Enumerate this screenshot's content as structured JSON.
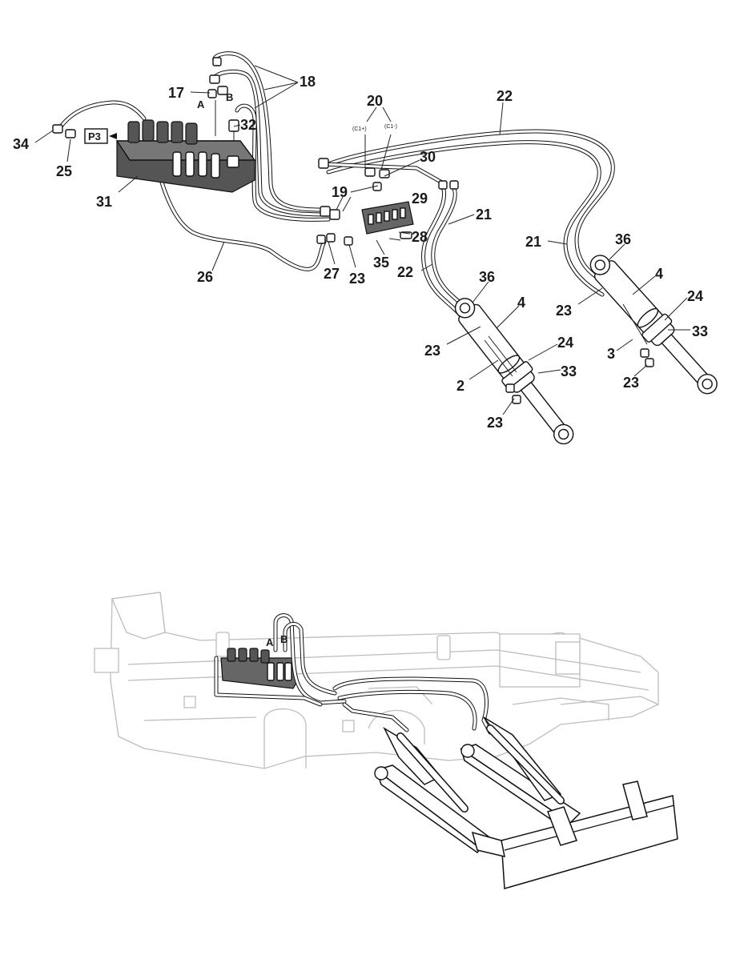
{
  "callouts": {
    "c17": "17",
    "c18": "18",
    "cA": "A",
    "cB": "B",
    "c32": "32",
    "c34": "34",
    "c25": "25",
    "cP3": "P3",
    "c31": "31",
    "c26": "26",
    "c20": "20",
    "cC1p": "(C1+)",
    "cC1m": "(C1-)",
    "c22top": "22",
    "c30": "30",
    "c19": "19",
    "c29": "29",
    "c21a": "21",
    "c28": "28",
    "c27": "27",
    "c23a": "23",
    "c35": "35",
    "c22b": "22",
    "c36a": "36",
    "c4a": "4",
    "c23b": "23",
    "c24a": "24",
    "c2": "2",
    "c33a": "33",
    "c23c": "23",
    "c21b": "21",
    "c36b": "36",
    "c4b": "4",
    "c24b": "24",
    "c23d": "23",
    "c33b": "33",
    "c3": "3",
    "c23e": "23"
  },
  "lower_view": {
    "port_a": "A",
    "port_b": "B"
  }
}
